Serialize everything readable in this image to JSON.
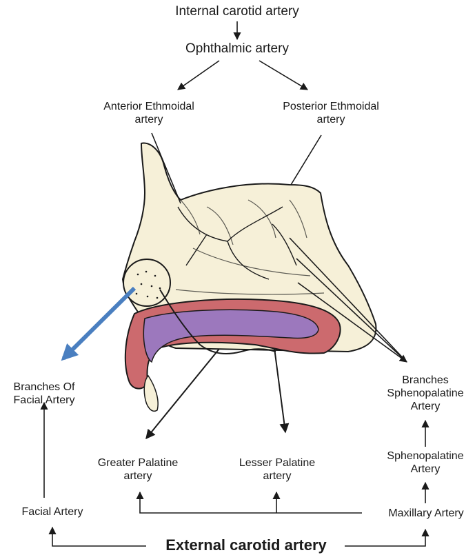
{
  "labels": {
    "internal_carotid": "Internal carotid artery",
    "ophthalmic": "Ophthalmic artery",
    "anterior_ethmoidal": [
      "Anterior Ethmoidal",
      "artery"
    ],
    "posterior_ethmoidal": [
      "Posterior Ethmoidal",
      "artery"
    ],
    "branches_facial": [
      "Branches Of",
      "Facial Artery"
    ],
    "branches_sphenopalatine": [
      "Branches",
      "Sphenopalatine",
      "Artery"
    ],
    "sphenopalatine": [
      "Sphenopalatine",
      "Artery"
    ],
    "greater_palatine": [
      "Greater Palatine",
      "artery"
    ],
    "lesser_palatine": [
      "Lesser Palatine",
      "artery"
    ],
    "facial": "Facial Artery",
    "maxillary": "Maxillary Artery",
    "external_carotid": "External carotid artery"
  },
  "colors": {
    "line": "#1a1a1a",
    "skull_fill": "#f6f0d8",
    "palate_red": "#cc6a6e",
    "palate_purple": "#9c78bd",
    "blue_arrow": "#4a7fc0"
  }
}
